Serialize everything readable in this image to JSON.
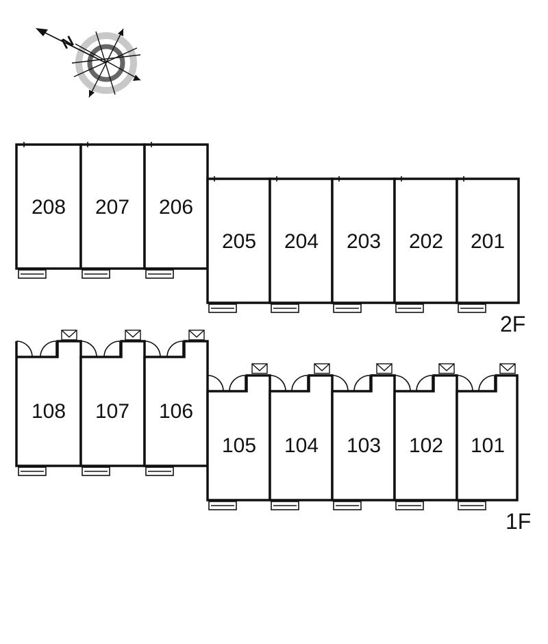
{
  "compass": {
    "north_letter": "N",
    "icon": "compass-rose-icon"
  },
  "floors": [
    {
      "floor_label": "2F",
      "units": [
        {
          "number": "208"
        },
        {
          "number": "207"
        },
        {
          "number": "206"
        },
        {
          "number": "205"
        },
        {
          "number": "204"
        },
        {
          "number": "203"
        },
        {
          "number": "202"
        },
        {
          "number": "201"
        }
      ]
    },
    {
      "floor_label": "1F",
      "units": [
        {
          "number": "108"
        },
        {
          "number": "107"
        },
        {
          "number": "106"
        },
        {
          "number": "105"
        },
        {
          "number": "104"
        },
        {
          "number": "103"
        },
        {
          "number": "102"
        },
        {
          "number": "101"
        }
      ]
    }
  ],
  "colors": {
    "line": "#111111",
    "compass_dark": "#666666",
    "compass_light": "#c8c8c8"
  }
}
